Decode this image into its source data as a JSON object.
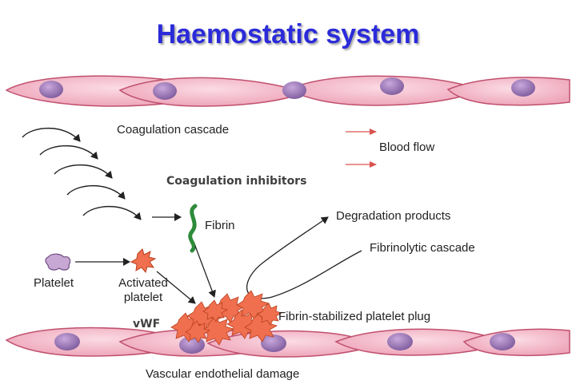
{
  "title": "Haemostatic system",
  "labels": {
    "coagulation_cascade": "Coagulation cascade",
    "blood_flow": "Blood flow",
    "coagulation_inhibitors": "Coagulation inhibitors",
    "fibrin": "Fibrin",
    "degradation_products": "Degradation products",
    "fibrinolytic_cascade": "Fibrinolytic cascade",
    "platelet": "Platelet",
    "activated_platelet": "Activated platelet",
    "vwf": "vWF",
    "fibrin_stabilized_plug": "Fibrin-stabilized platelet plug",
    "vascular_damage": "Vascular endothelial damage"
  },
  "colors": {
    "title": "#2b2bd9",
    "cell_fill": "#f4bccd",
    "cell_stroke": "#c0506e",
    "nucleus": "#9b78b8",
    "platelet": "#c7a7d3",
    "activated_platelet": "#ef6f4f",
    "fibrin": "#2e8b3a",
    "flow_arrow": "#d9534f"
  }
}
